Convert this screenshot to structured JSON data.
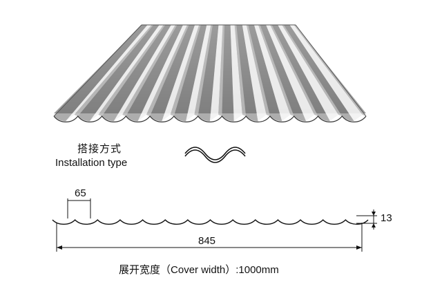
{
  "diagram": {
    "installation_label_cn": "搭接方式",
    "installation_label_en": "Installation type",
    "pitch_dimension": "65",
    "height_dimension": "13",
    "overall_dimension": "845",
    "cover_width_cn": "展开宽度",
    "cover_width_en": "（Cover width）",
    "cover_width_value": ":1000mm",
    "colors": {
      "line": "#111111",
      "sheet_light": "#f2f2f2",
      "sheet_mid": "#b9b9b9",
      "sheet_dark": "#6a6a6a"
    }
  }
}
